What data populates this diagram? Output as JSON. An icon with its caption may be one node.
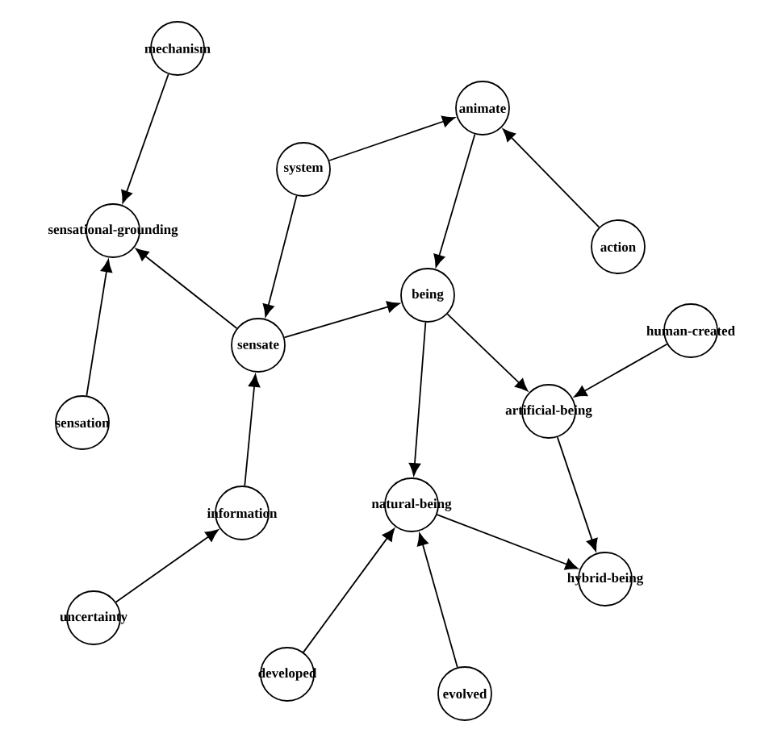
{
  "diagram": {
    "nodes": [
      {
        "text": [
          "mechanism"
        ]
      },
      {
        "text": [
          "sensational-grounding"
        ]
      },
      {
        "text": [
          "system"
        ]
      },
      {
        "text": [
          "animate"
        ]
      },
      {
        "text": [
          "action"
        ]
      },
      {
        "text": [
          "sensate"
        ]
      },
      {
        "text": [
          "being"
        ]
      },
      {
        "text": [
          "human-created"
        ]
      },
      {
        "text": [
          "artificial-being"
        ]
      },
      {
        "text": [
          "sensation"
        ]
      },
      {
        "text": [
          "information"
        ]
      },
      {
        "text": [
          "natural-being"
        ]
      },
      {
        "text": [
          "hybrid-being"
        ]
      },
      {
        "text": [
          "uncertainty"
        ]
      },
      {
        "text": [
          "developed"
        ]
      },
      {
        "text": [
          "evolved"
        ]
      }
    ],
    "edges": [
      {
        "from": 0,
        "to": 1,
        "arrow": "to"
      },
      {
        "from": 2,
        "to": 3,
        "arrow": "to"
      },
      {
        "from": 2,
        "to": 5,
        "arrow": "to"
      },
      {
        "from": 4,
        "to": 3,
        "arrow": "to"
      },
      {
        "from": 3,
        "to": 6,
        "arrow": "to"
      },
      {
        "from": 5,
        "to": 1,
        "arrow": "to"
      },
      {
        "from": 9,
        "to": 1,
        "arrow": "to"
      },
      {
        "from": 5,
        "to": 6,
        "arrow": "to"
      },
      {
        "from": 6,
        "to": 8,
        "arrow": "to"
      },
      {
        "from": 6,
        "to": 11,
        "arrow": "to"
      },
      {
        "from": 7,
        "to": 8,
        "arrow": "to"
      },
      {
        "from": 10,
        "to": 5,
        "arrow": "to"
      },
      {
        "from": 8,
        "to": 12,
        "arrow": "to"
      },
      {
        "from": 11,
        "to": 12,
        "arrow": "to"
      },
      {
        "from": 13,
        "to": 10,
        "arrow": "to"
      },
      {
        "from": 14,
        "to": 11,
        "arrow": "to"
      },
      {
        "from": 15,
        "to": 11,
        "arrow": "to"
      }
    ]
  }
}
